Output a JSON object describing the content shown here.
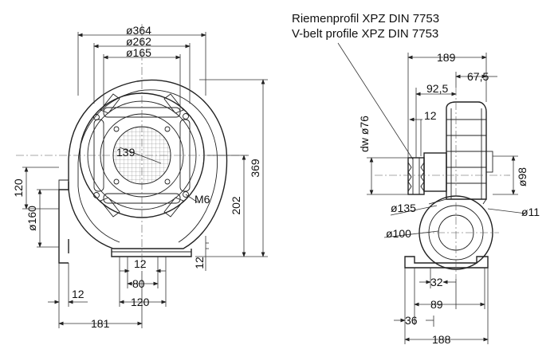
{
  "notes": {
    "line1": "Riemenprofil XPZ DIN 7753",
    "line2": "V-belt profile XPZ DIN 7753"
  },
  "front_view": {
    "dia_364": "ø364",
    "dia_262": "ø262",
    "dia_165": "ø165",
    "r_139": "139",
    "m6": "M6",
    "h_369": "369",
    "h_202": "202",
    "h_12_right": "12",
    "w_12_base": "12",
    "w_80": "80",
    "w_120_base": "120",
    "w_12_left": "12",
    "w_181": "181",
    "h_120_left": "120",
    "dia_160": "ø160"
  },
  "side_view": {
    "w_189": "189",
    "w_67_5": "67,5",
    "w_92_5": "92,5",
    "w_12": "12",
    "dw_76": "dw ø76",
    "dia_98": "ø98",
    "dia_135": "ø135",
    "dia_11": "ø11",
    "dia_100": "ø100",
    "w_32": "32",
    "w_89": "89",
    "w_36": "36",
    "w_188": "188"
  }
}
